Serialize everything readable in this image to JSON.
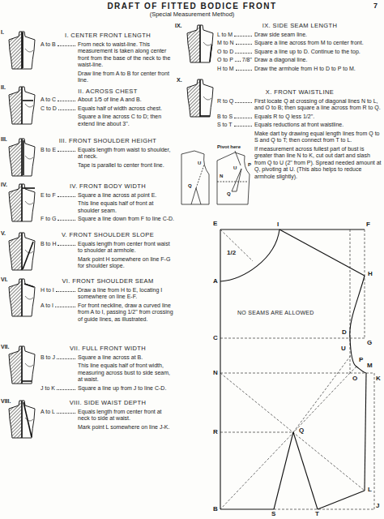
{
  "diagram": {
    "title": "DRAFT OF FITTED BODICE FRONT",
    "labels": [
      "(Special Measurement Method)",
      "7",
      "I.",
      "II.",
      "III.",
      "IV.",
      "V.",
      "VI.",
      "VII.",
      "VIII.",
      "I. CENTER FRONT LENGTH",
      "A to B",
      "From neck to waist-line. This measurement is taken along center front from the base of the neck to the waist-line.",
      "Draw line from A to B for center front line.",
      "II. ACROSS CHEST",
      "A to C",
      "About 1/5 of line A and B.",
      "C to D",
      "Equals half of width across chest.",
      "Square a line across C to D; then extend line about 3\".",
      "III. FRONT SHOULDER HEIGHT",
      "B to E",
      "Equals length from waist to shoulder, at neck.",
      "Tape is parallel to center front line.",
      "IV. FRONT BODY WIDTH",
      "E to F",
      "Square a line across at point E.",
      "This line equals half of front at shoulder seam.",
      "F to G",
      "Square a line down from F to line C-D.",
      "V. FRONT SHOULDER SLOPE",
      "B to H",
      "Equals length from center front waist to shoulder at armhole.",
      "Mark point H somewhere on line F-G for shoulder slope.",
      "VI. FRONT SHOULDER SEAM",
      "H to I",
      "Draw a line from H to E, locating I somewhere on line E-F.",
      "A to I",
      "For front neckline, draw a curved line from A to I, passing 1/2\" from crossing of guide lines, as illustrated.",
      "VII. FULL FRONT WIDTH",
      "B to J",
      "Square a line across at B.",
      "This line equals half of front width, measuring across bust to side seam, at waist.",
      "J to K",
      "Square a line up from J to line C-D.",
      "VIII. SIDE WAIST DEPTH",
      "A to L",
      "Equals length from center front at neck to side at waist.",
      "Mark point L somewhere on line J-K.",
      "IX.",
      "X.",
      "IX. SIDE SEAM LENGTH",
      "L to M",
      "Draw side seam line.",
      "M to N",
      "Square a line across from M to center front.",
      "O to D",
      "Square a line up to D. Continue to the top.",
      "O to P",
      "7/8\"",
      "Draw a diagonal line.",
      "H to M",
      "Draw the armhole from H to D to P to M.",
      "X. FRONT WAISTLINE",
      "R to Q",
      "First locate Q at crossing of diagonal lines N to L, and O to B; then square a line across from R to Q.",
      "B to S",
      "Equals R to Q less 1/2\".",
      "S to T",
      "Equals reductions at front waistline.",
      "Make dart by drawing equal length lines from Q to S and Q to T; then connect from T to L.",
      "If measurement across fullest part of bust is greater than line N to K, cut out dart and slash from Q to U (2\" from P). Spread needed amount at Q, pivoting at U. (This also helps to reduce armhole slightly).",
      "U",
      "Q",
      "Pivot here",
      "P",
      "N",
      "U",
      "Q",
      "E",
      "I",
      "F",
      "A",
      "1/2",
      "H",
      "C",
      "D",
      "G",
      "NO SEAMS ARE ALLOWED",
      "P",
      "N",
      "O",
      "M",
      "K",
      "R",
      "Q",
      "U",
      "L",
      "B",
      "S",
      "T",
      "J"
    ]
  }
}
